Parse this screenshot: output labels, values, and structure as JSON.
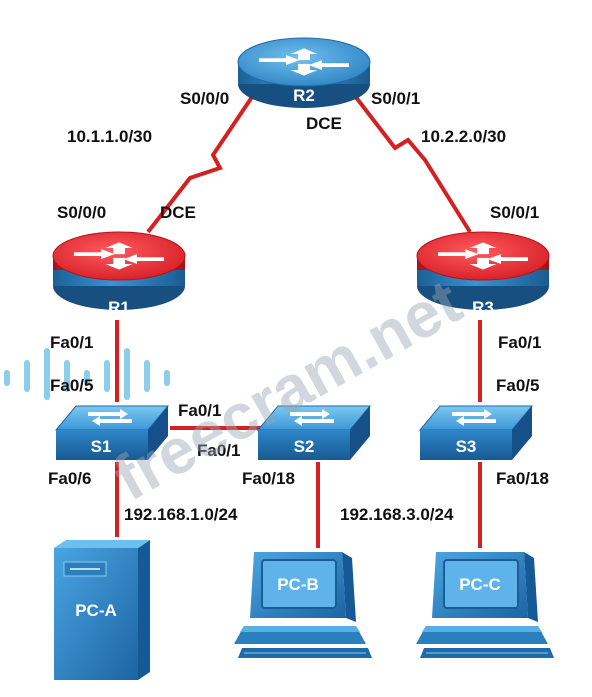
{
  "colors": {
    "link": "#d42020",
    "router_body": "#2f86c6",
    "router_dark": "#1c5d92",
    "router_red": "#e8222a",
    "router_red_dark": "#a71418",
    "switch_top": "#4fa7e0",
    "switch_side": "#1f6aa8",
    "pc_blue": "#3c94d2",
    "watermark": "#9aa7b2",
    "cisco_logo": "#2aa5d9"
  },
  "devices": {
    "r1": "R1",
    "r2": "R2",
    "r3": "R3",
    "s1": "S1",
    "s2": "S2",
    "s3": "S3",
    "pca": "PC-A",
    "pcb": "PC-B",
    "pcc": "PC-C"
  },
  "interfaces": {
    "r2_left": "S0/0/0",
    "r2_right": "S0/0/1",
    "r2_dce": "DCE",
    "r1_serial": "S0/0/0",
    "r1_dce": "DCE",
    "r3_serial": "S0/0/1",
    "r1_fa": "Fa0/1",
    "s1_up": "Fa0/5",
    "s1_right": "Fa0/1",
    "s2_left": "Fa0/1",
    "s1_down": "Fa0/6",
    "s2_down": "Fa0/18",
    "r3_fa": "Fa0/1",
    "s3_up": "Fa0/5",
    "s3_down": "Fa0/18"
  },
  "networks": {
    "left_wan": "10.1.1.0/30",
    "right_wan": "10.2.2.0/30",
    "lan1": "192.168.1.0/24",
    "lan3": "192.168.3.0/24"
  },
  "watermark": {
    "text": "freecram.net"
  },
  "icons": {
    "router": "router-icon",
    "switch": "switch-icon",
    "server": "server-tower-icon",
    "workstation": "workstation-icon"
  }
}
